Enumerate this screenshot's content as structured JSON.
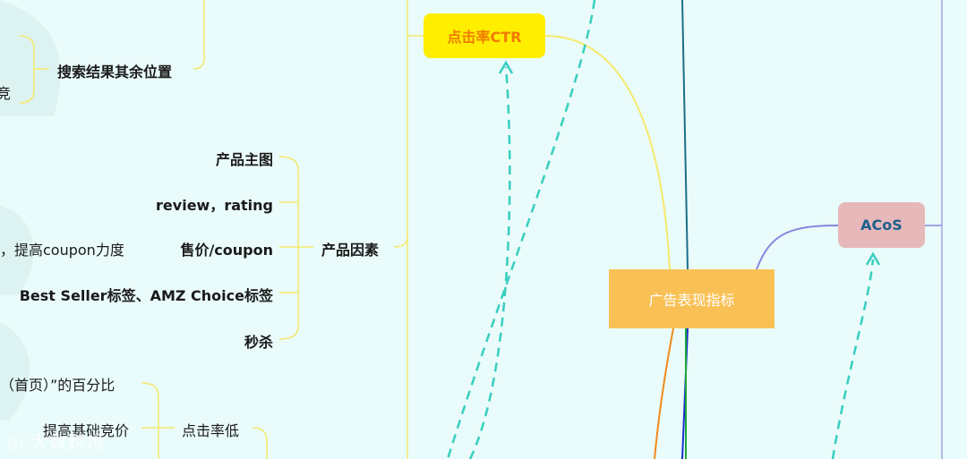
{
  "center": {
    "label": "广告表现指标"
  },
  "ctr": {
    "label": "点击率CTR"
  },
  "acos": {
    "label": "ACoS"
  },
  "search_branch": {
    "label": "搜索结果其余位置",
    "cut_text": "竞"
  },
  "product_factors": {
    "label": "产品因素",
    "items": [
      "产品主图",
      "review，rating",
      "售价/coupon",
      "Best Seller标签、AMZ Choice标签",
      "秒杀"
    ],
    "coupon_note": "，提高coupon力度"
  },
  "low_ctr": {
    "label": "点击率低",
    "items": [
      "（首页）”的百分比",
      "提高基础竞价"
    ]
  },
  "watermark": {
    "text": "大数跨境"
  },
  "colors": {
    "background": "#e9fbfa",
    "ctr_fill": "#ffee00",
    "ctr_text": "#f07a00",
    "acos_fill": "#e6b8ba",
    "center_fill": "#f9c155",
    "branch_yellow": "#f6e96b",
    "dashed_teal": "#37cfc0",
    "acos_line": "#8a86e0"
  }
}
